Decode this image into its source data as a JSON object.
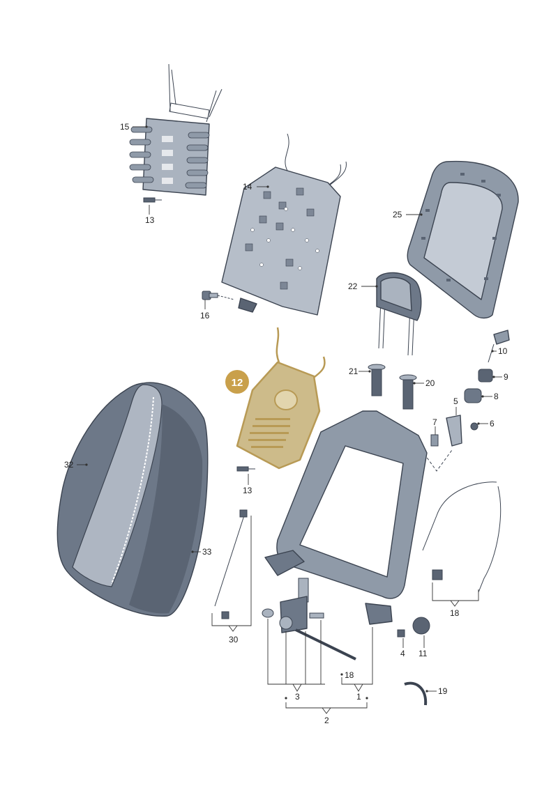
{
  "colors": {
    "part_fill": "#aab3bf",
    "part_dark": "#5a6473",
    "cover_fill": "#6d7888",
    "cover_light": "#aeb6c2",
    "highlight": "#b89a55",
    "highlight_fill": "#cdbb8a",
    "badge": "#c9a04b",
    "line": "#333333"
  },
  "highlighted_part": "12",
  "callouts": {
    "c1": "1",
    "c2": "2",
    "c3": "3",
    "c4": "4",
    "c5": "5",
    "c6": "6",
    "c7": "7",
    "c8": "8",
    "c9": "9",
    "c10": "10",
    "c11": "11",
    "c13a": "13",
    "c13b": "13",
    "c14": "14",
    "c15": "15",
    "c16": "16",
    "c18a": "18",
    "c18b": "18",
    "c19": "19",
    "c20": "20",
    "c21": "21",
    "c22": "22",
    "c25": "25",
    "c30": "30",
    "c32": "32",
    "c33": "33"
  }
}
